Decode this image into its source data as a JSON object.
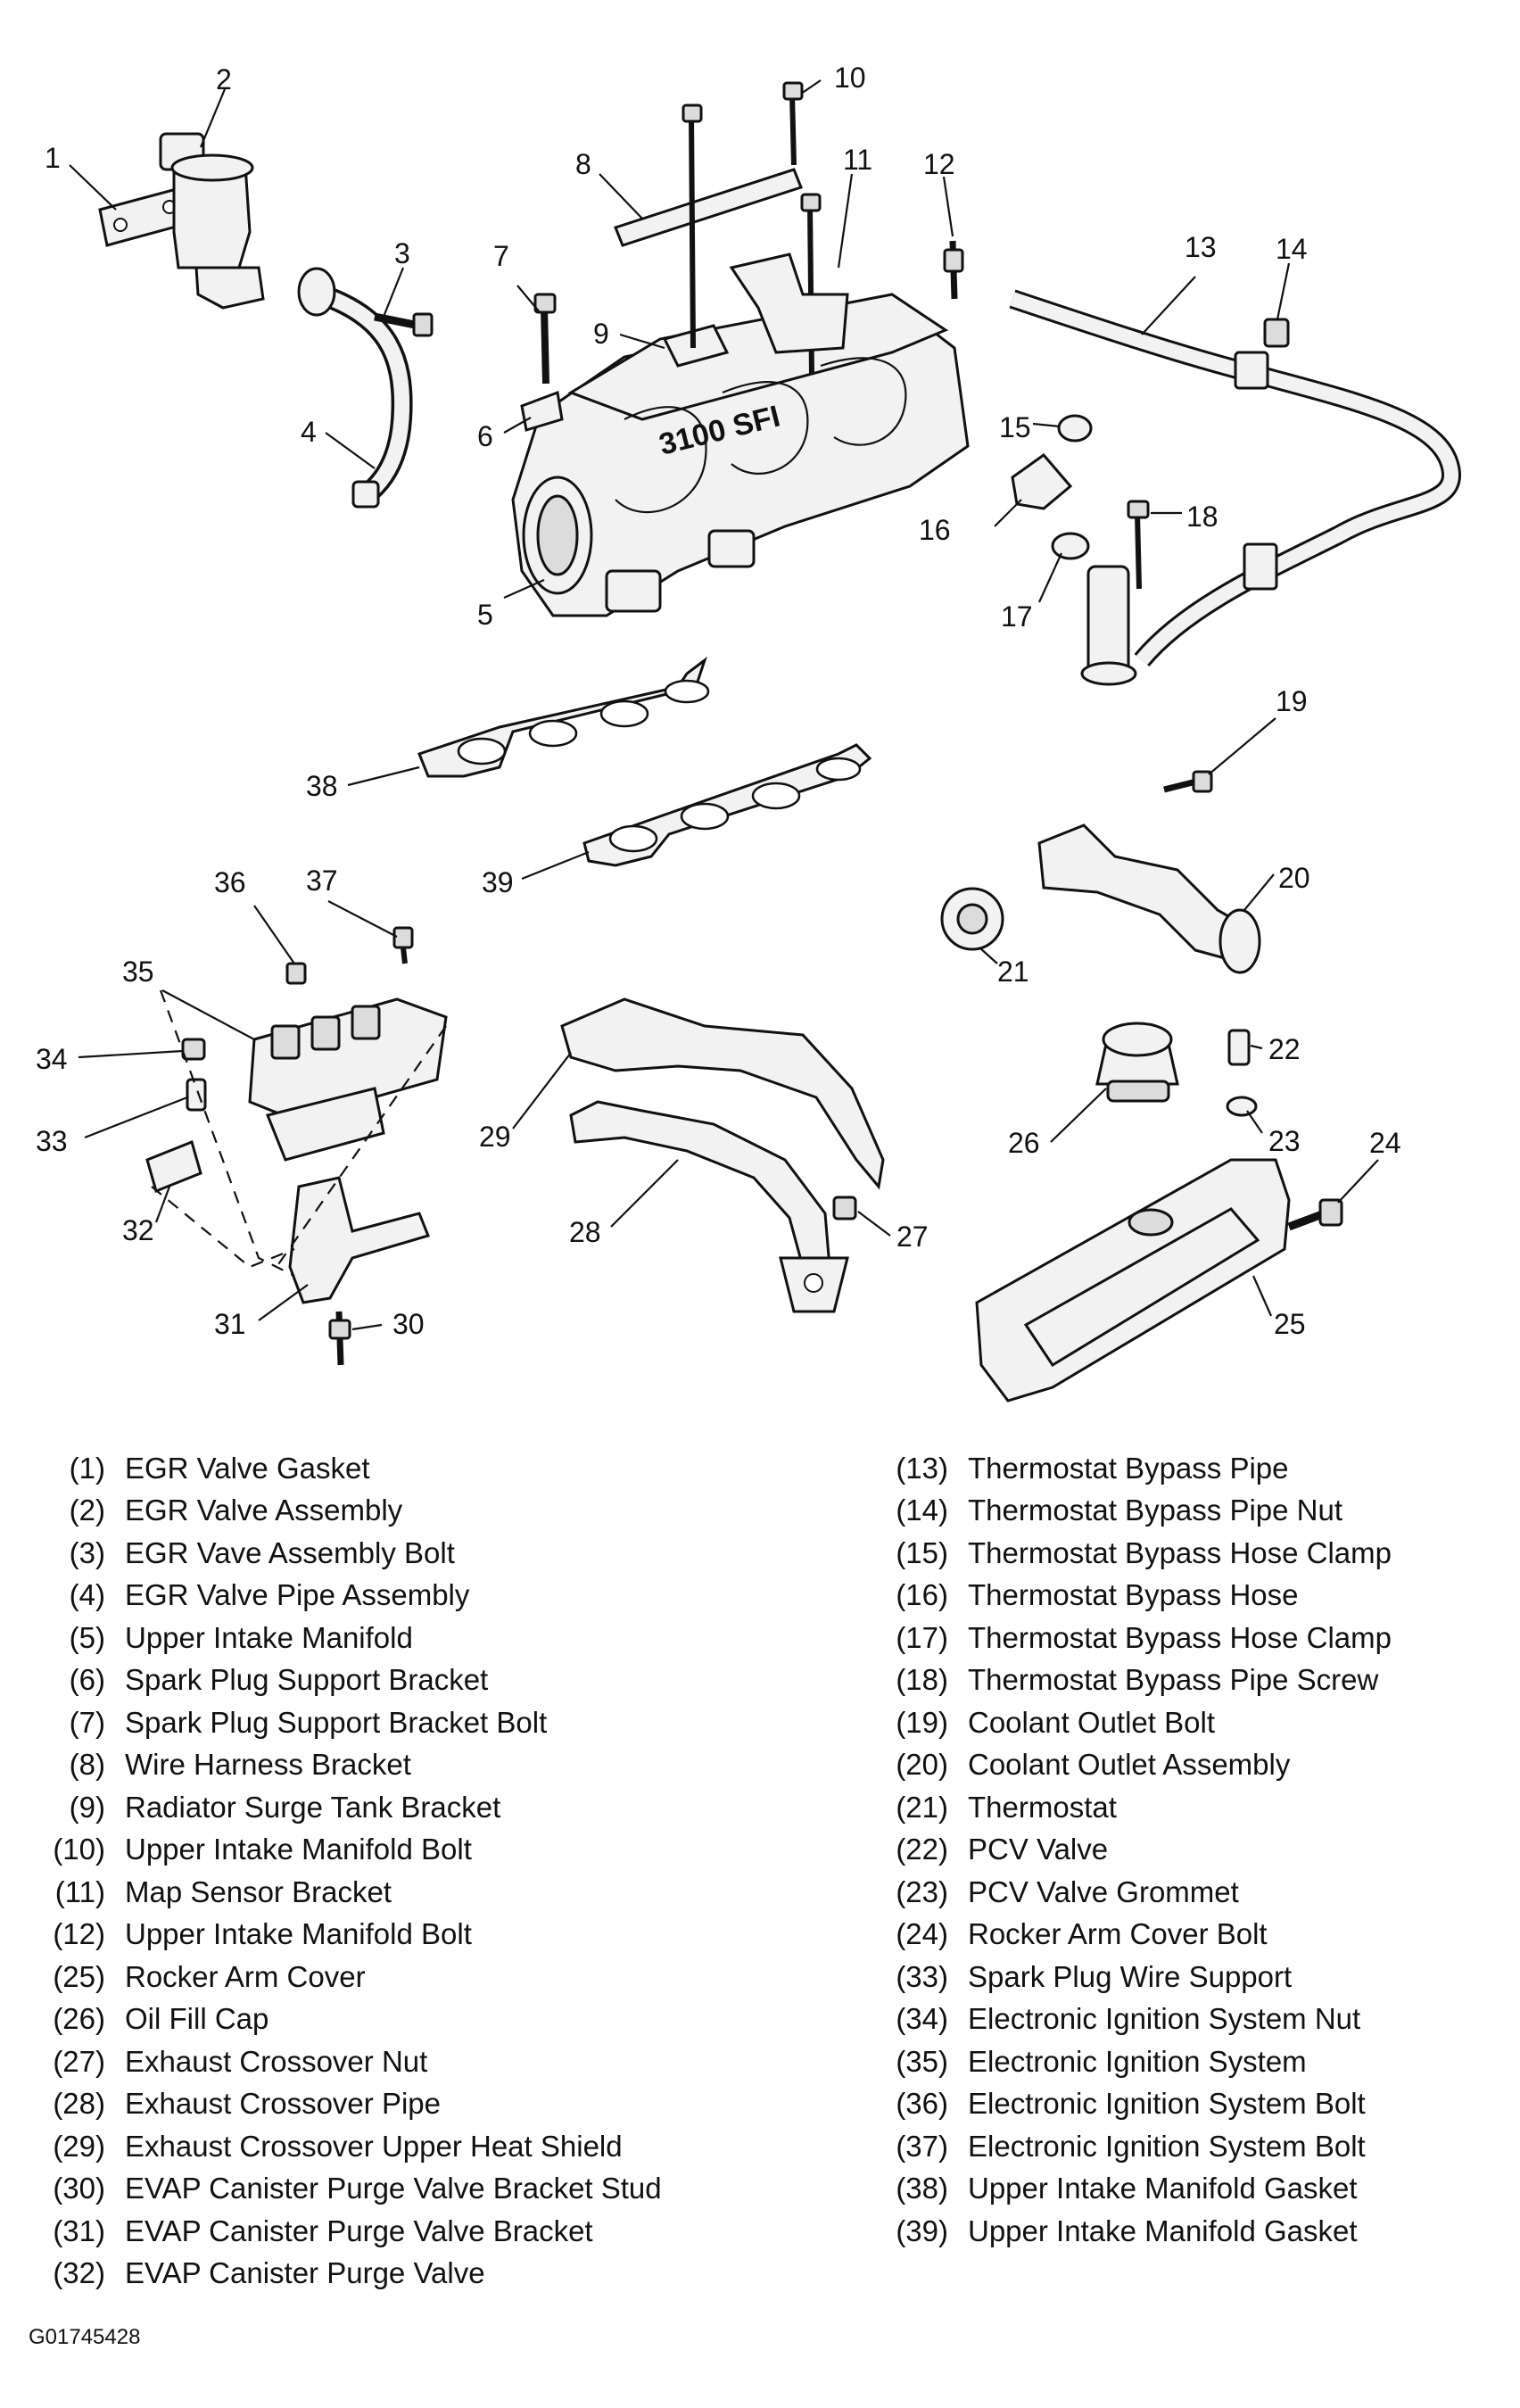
{
  "figure_code": "G01745428",
  "callouts": [
    "1",
    "2",
    "3",
    "4",
    "5",
    "6",
    "7",
    "8",
    "9",
    "10",
    "11",
    "12",
    "13",
    "14",
    "15",
    "16",
    "17",
    "18",
    "19",
    "20",
    "21",
    "22",
    "23",
    "24",
    "25",
    "26",
    "27",
    "28",
    "29",
    "30",
    "31",
    "32",
    "33",
    "34",
    "35",
    "36",
    "37",
    "38",
    "39"
  ],
  "legend": {
    "left": [
      {
        "num": "(1)",
        "label": "EGR Valve Gasket"
      },
      {
        "num": "(2)",
        "label": "EGR Valve Assembly"
      },
      {
        "num": "(3)",
        "label": "EGR Vave Assembly Bolt"
      },
      {
        "num": "(4)",
        "label": "EGR Valve Pipe Assembly"
      },
      {
        "num": "(5)",
        "label": "Upper Intake Manifold"
      },
      {
        "num": "(6)",
        "label": "Spark Plug Support Bracket"
      },
      {
        "num": "(7)",
        "label": "Spark Plug Support Bracket Bolt"
      },
      {
        "num": "(8)",
        "label": "Wire Harness Bracket"
      },
      {
        "num": "(9)",
        "label": "Radiator Surge Tank Bracket"
      },
      {
        "num": "(10)",
        "label": "Upper Intake Manifold Bolt"
      },
      {
        "num": "(11)",
        "label": "Map Sensor Bracket"
      },
      {
        "num": "(12)",
        "label": "Upper Intake Manifold Bolt"
      },
      {
        "num": "(25)",
        "label": "Rocker Arm Cover"
      },
      {
        "num": "(26)",
        "label": "Oil Fill Cap"
      },
      {
        "num": "(27)",
        "label": "Exhaust Crossover Nut"
      },
      {
        "num": "(28)",
        "label": "Exhaust Crossover Pipe"
      },
      {
        "num": "(29)",
        "label": "Exhaust Crossover Upper Heat Shield"
      },
      {
        "num": "(30)",
        "label": "EVAP Canister Purge Valve Bracket Stud"
      },
      {
        "num": "(31)",
        "label": "EVAP Canister Purge Valve Bracket"
      },
      {
        "num": "(32)",
        "label": "EVAP Canister Purge Valve"
      }
    ],
    "right": [
      {
        "num": "(13)",
        "label": "Thermostat Bypass Pipe"
      },
      {
        "num": "(14)",
        "label": "Thermostat Bypass Pipe Nut"
      },
      {
        "num": "(15)",
        "label": "Thermostat Bypass Hose Clamp"
      },
      {
        "num": "(16)",
        "label": "Thermostat Bypass Hose"
      },
      {
        "num": "(17)",
        "label": "Thermostat Bypass Hose Clamp"
      },
      {
        "num": "(18)",
        "label": "Thermostat Bypass Pipe Screw"
      },
      {
        "num": "(19)",
        "label": "Coolant Outlet Bolt"
      },
      {
        "num": "(20)",
        "label": "Coolant Outlet Assembly"
      },
      {
        "num": "(21)",
        "label": "Thermostat"
      },
      {
        "num": "(22)",
        "label": "PCV Valve"
      },
      {
        "num": "(23)",
        "label": "PCV Valve Grommet"
      },
      {
        "num": "(24)",
        "label": "Rocker Arm Cover Bolt"
      },
      {
        "num": "(33)",
        "label": "Spark Plug Wire Support"
      },
      {
        "num": "(34)",
        "label": "Electronic Ignition System Nut"
      },
      {
        "num": "(35)",
        "label": "Electronic Ignition System"
      },
      {
        "num": "(36)",
        "label": "Electronic Ignition System Bolt"
      },
      {
        "num": "(37)",
        "label": "Electronic Ignition System Bolt"
      },
      {
        "num": "(38)",
        "label": "Upper Intake Manifold Gasket"
      },
      {
        "num": "(39)",
        "label": "Upper Intake Manifold Gasket"
      }
    ]
  }
}
